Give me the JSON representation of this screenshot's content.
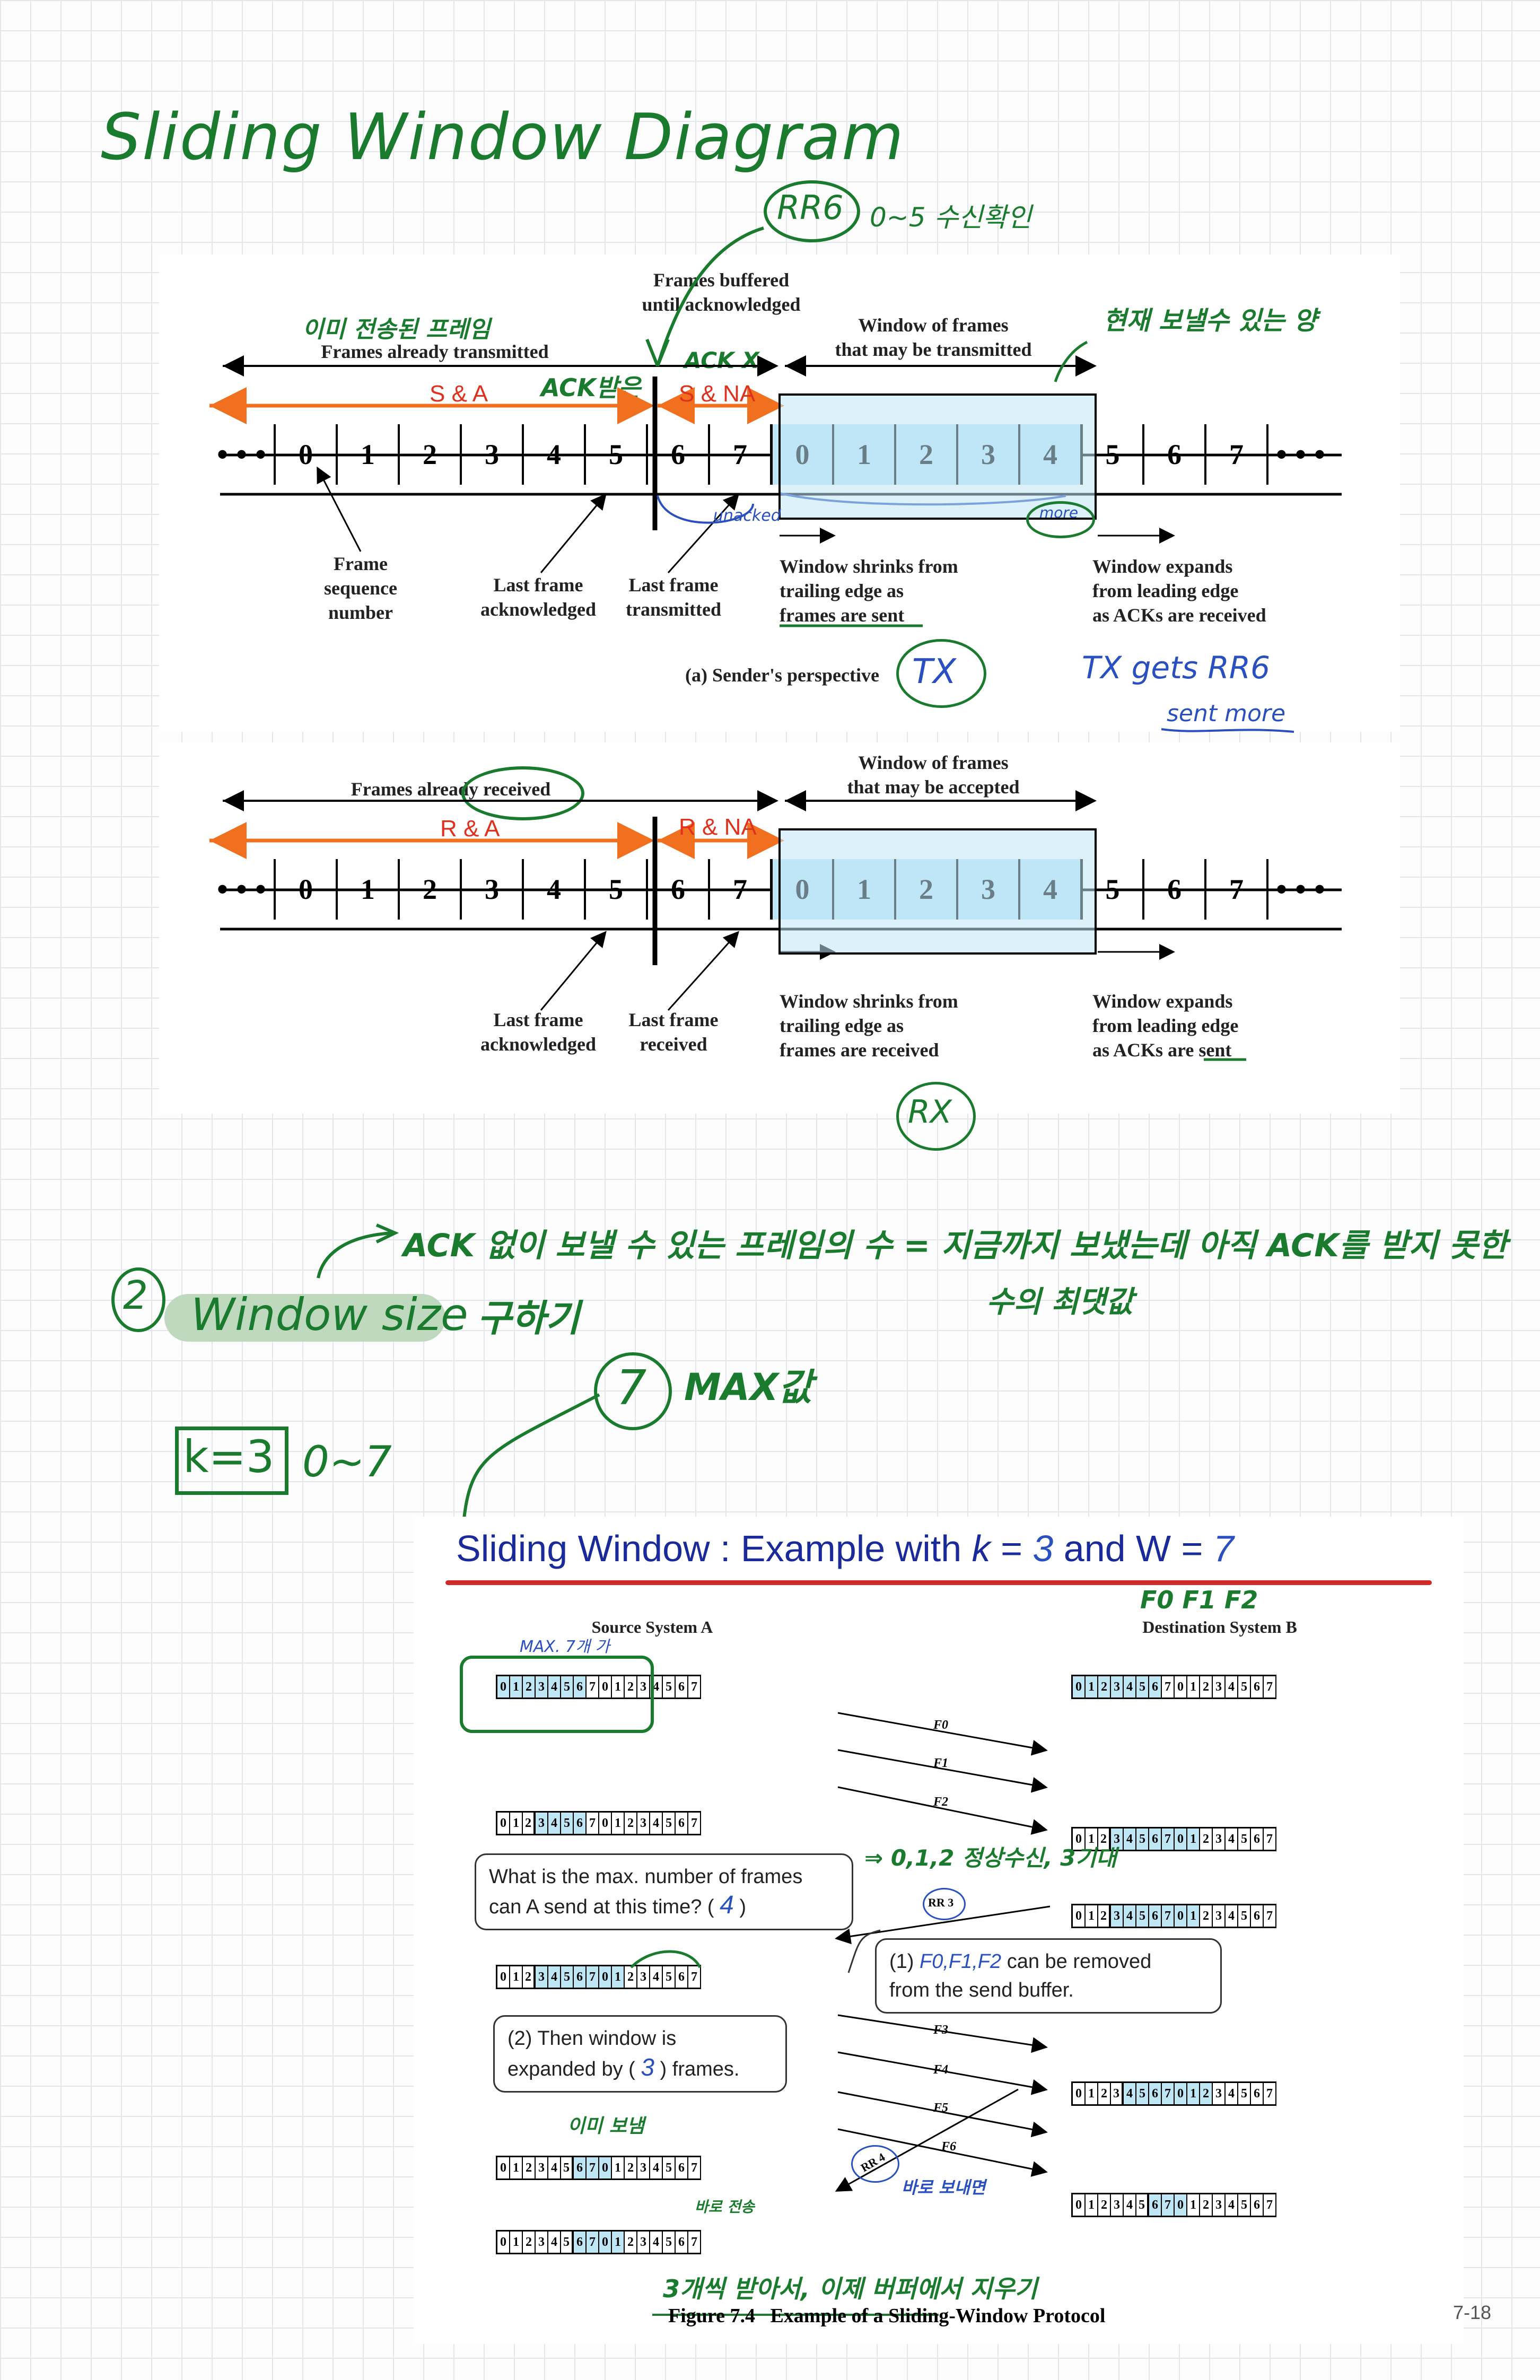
{
  "heading": "Sliding Window Diagram",
  "annotations": {
    "rr6": "RR6",
    "rr6_note": "0~5 수신확인",
    "already_sent_kr": "이미 전송된 프레임",
    "ack_received_kr": "ACK받은",
    "ack_x": "ACK X",
    "can_send_kr": "현재 보낼수 있는 양",
    "unacked": "unacked",
    "more": "more",
    "tx": "TX",
    "tx_gets": "TX gets RR6",
    "sent_more": "sent more",
    "rx": "RX",
    "q_num": "2",
    "window_size": "Window size",
    "window_size_kr": "구하기",
    "definition_line1": "ACK 없이 보낼 수 있는 프레임의 수 = 지금까지 보냈는데 아직 ACK를 받지 못한",
    "definition_line2": "수의 최댓값",
    "seven": "7",
    "max_kr": "MAX값",
    "k3": "k=3",
    "range": "0~7",
    "sender_max": "MAX. 7개 가",
    "f012": "F0 F1 F2",
    "received_kr": "⇒ 0,1,2 정상수신, 3기대",
    "already_sent2": "이미 보냄",
    "next_sent": "바로 전송",
    "rr4_note": "바로 보내면",
    "bottom_note": "3개씩 받아서, 이제 버퍼에서 지우기",
    "blank_max": "4",
    "blank_removed": "F0,F1,F2",
    "blank_expanded": "3"
  },
  "sender": {
    "frames_buffered": "Frames buffered\nuntil acknowledged",
    "already_transmitted": "Frames already transmitted",
    "window_label": "Window of frames\nthat may be transmitted",
    "sa": "S & A",
    "sna": "S & NA",
    "seq": [
      "0",
      "1",
      "2",
      "3",
      "4",
      "5",
      "6",
      "7",
      "0",
      "1",
      "2",
      "3",
      "4",
      "5",
      "6",
      "7"
    ],
    "frame_seq": "Frame\nsequence\nnumber",
    "last_ack": "Last frame\nacknowledged",
    "last_tx": "Last frame\ntransmitted",
    "shrinks": "Window shrinks from\ntrailing edge as\nframes are sent",
    "expands": "Window expands\nfrom leading edge\nas ACKs are received",
    "caption": "(a) Sender's perspective"
  },
  "receiver": {
    "already_received": "Frames already received",
    "window_label": "Window of frames\nthat may be accepted",
    "ra": "R & A",
    "rna": "R & NA",
    "seq": [
      "0",
      "1",
      "2",
      "3",
      "4",
      "5",
      "6",
      "7",
      "0",
      "1",
      "2",
      "3",
      "4",
      "5",
      "6",
      "7"
    ],
    "last_ack": "Last frame\nacknowledged",
    "last_rx": "Last frame\nreceived",
    "shrinks": "Window shrinks from\ntrailing edge as\nframes are received",
    "expands": "Window expands\nfrom leading edge\nas ACKs are sent"
  },
  "slide": {
    "title_prefix": "Sliding Window : Example with ",
    "title_k": "k",
    "title_mid": " = ",
    "title_k_val": "3",
    "title_and": " and W = ",
    "title_w_val": "7",
    "source": "Source System A",
    "dest": "Destination System B",
    "seq16": [
      "0",
      "1",
      "2",
      "3",
      "4",
      "5",
      "6",
      "7",
      "0",
      "1",
      "2",
      "3",
      "4",
      "5",
      "6",
      "7"
    ],
    "frames": [
      "F0",
      "F1",
      "F2",
      "F3",
      "F4",
      "F5",
      "F6"
    ],
    "rr3": "RR 3",
    "rr4": "RR 4",
    "q1_line1": "What is the max. number of frames",
    "q1_line2a": "can A send at this time? ( ",
    "q1_line2b": " )",
    "q2_line1a": "(1) ",
    "q2_line1b": " can be removed",
    "q2_line2": "from the send buffer.",
    "q3_line1": "(2) Then window is",
    "q3_line2a": "expanded by ( ",
    "q3_line2b": " ) frames.",
    "figure": "Figure 7.4   Example of a Sliding-Window Protocol",
    "page": "7-18"
  },
  "colors": {
    "window": "#bfe6f5",
    "annotation": "#1a7a2e",
    "red": "#e0301e",
    "orange": "#f07020",
    "blue_ink": "#2a4fc0",
    "title": "#1b2a9a"
  }
}
